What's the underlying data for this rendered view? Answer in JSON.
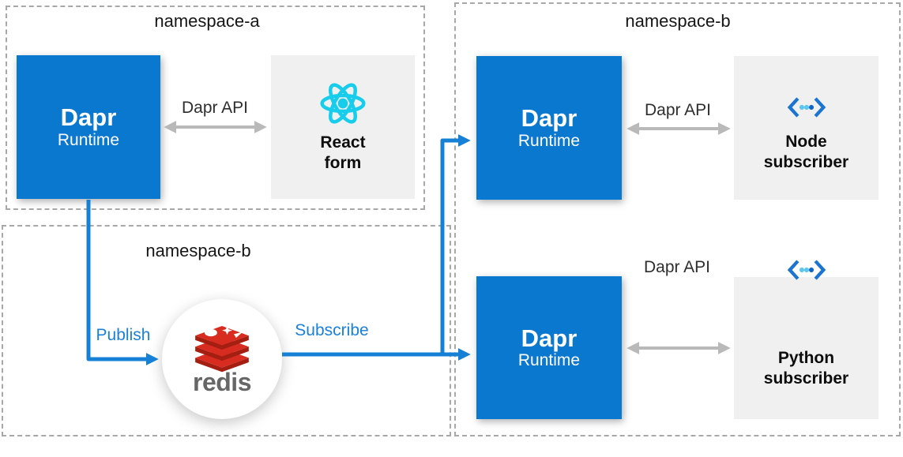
{
  "colors": {
    "dapr_blue": "#0b78d0",
    "flow_blue": "#1580d6",
    "label_blue": "#1a80da",
    "arrow_gray": "#b9b9b9",
    "border_gray": "#a8a8a8",
    "box_gray": "#f0f0f1",
    "react_cyan": "#18cdec",
    "redis_red": "#d82c20",
    "redis_dark_red": "#a41e11",
    "redis_text_gray": "#666666",
    "code_chevron_blue": "#1b74d0",
    "code_dot_light": "#5cc6ee",
    "code_dot_dark": "#1166c4"
  },
  "groups": {
    "namespace_a": {
      "title": "namespace-a"
    },
    "namespace_b_left": {
      "title": "namespace-b"
    },
    "namespace_b_right": {
      "title": "namespace-b"
    }
  },
  "nodes": {
    "dapr_publisher": {
      "title": "Dapr",
      "subtitle": "Runtime"
    },
    "react_form": {
      "label_line1": "React",
      "label_line2": "form",
      "icon": "react-atom-icon"
    },
    "dapr_node": {
      "title": "Dapr",
      "subtitle": "Runtime"
    },
    "node_subscriber": {
      "label_line1": "Node",
      "label_line2": "subscriber",
      "icon": "code-chevron-dots-icon"
    },
    "dapr_python": {
      "title": "Dapr",
      "subtitle": "Runtime"
    },
    "python_subscriber": {
      "label_line1": "Python",
      "label_line2": "subscriber",
      "icon": "code-chevron-dots-icon"
    },
    "redis": {
      "label": "redis",
      "icon": "redis-database-icon"
    }
  },
  "edges": {
    "dapr_api_a": {
      "label": "Dapr API"
    },
    "dapr_api_node": {
      "label": "Dapr API"
    },
    "dapr_api_python": {
      "label": "Dapr API"
    },
    "publish": {
      "label": "Publish"
    },
    "subscribe": {
      "label": "Subscribe"
    }
  }
}
